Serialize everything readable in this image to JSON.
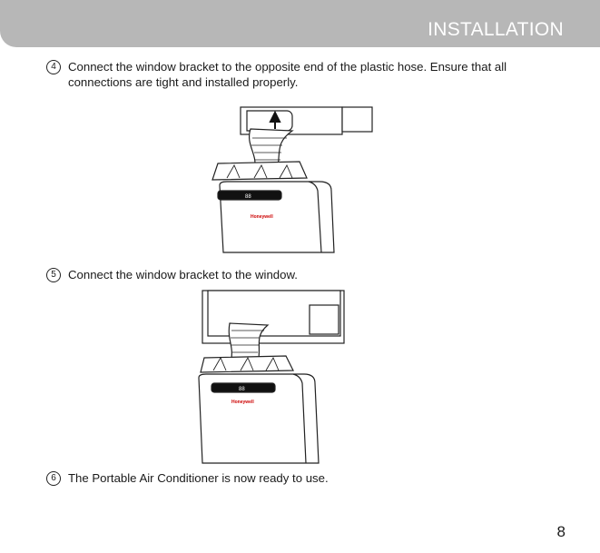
{
  "header": {
    "title": "INSTALLATION"
  },
  "steps": [
    {
      "number": "4",
      "text": "Connect the window bracket to the opposite end of the plastic hose. Ensure that all connections are tight and installed properly."
    },
    {
      "number": "5",
      "text": "Connect the window bracket to the window."
    },
    {
      "number": "6",
      "text": "The Portable Air Conditioner is now ready to use."
    }
  ],
  "illustration": {
    "brand": "Honeywell",
    "display": "88"
  },
  "page_number": "8"
}
